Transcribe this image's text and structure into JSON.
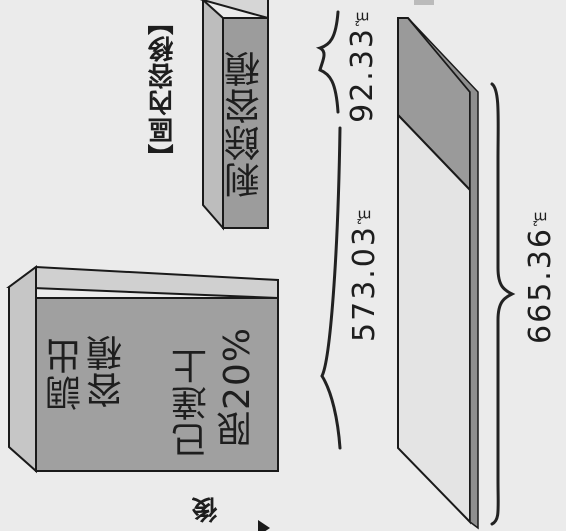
{
  "section_title": "【區內容移】",
  "left_block": {
    "line1": "調出",
    "line2": "容積",
    "line3": "已達上",
    "line4": "限20%"
  },
  "right_block": {
    "label": "剩餘容積"
  },
  "bottom_label": "後",
  "values": {
    "small": "92.33",
    "mid": "573.03",
    "total": "665.36",
    "unit": "㎡"
  },
  "colors": {
    "background": "#ebebeb",
    "block_face": "#9f9f9f",
    "block_side": "#c9c9c9",
    "slab_light": "#e6e6e6",
    "slab_dark": "#9a9a9a"
  }
}
